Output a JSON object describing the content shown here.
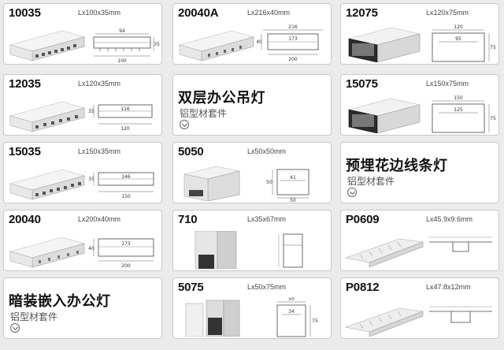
{
  "cards": [
    {
      "model": "10035",
      "dims": "Lx100x35mm",
      "d1": "94",
      "d2": "35",
      "d3": "100"
    },
    {
      "model": "20040A",
      "dims": "Lx216x40mm",
      "d1": "216",
      "d2": "40",
      "d3": "173",
      "d4": "200"
    },
    {
      "model": "12075",
      "dims": "Lx120x75mm",
      "d1": "120",
      "d2": "95",
      "d3": "75"
    },
    {
      "model": "12035",
      "dims": "Lx120x35mm",
      "d1": "35",
      "d2": "116",
      "d3": "120"
    },
    {
      "title": "双层办公吊灯",
      "subtitle": "铝型材套件"
    },
    {
      "model": "15075",
      "dims": "Lx150x75mm",
      "d1": "150",
      "d2": "125",
      "d3": "75"
    },
    {
      "model": "15035",
      "dims": "Lx150x35mm",
      "d1": "35",
      "d2": "146",
      "d3": "150"
    },
    {
      "model": "5050",
      "dims": "Lx50x50mm",
      "d1": "41",
      "d2": "50",
      "d3": "50"
    },
    {
      "title": "预埋花边线条灯",
      "subtitle": "铝型材套件"
    },
    {
      "model": "20040",
      "dims": "Lx200x40mm",
      "d1": "40",
      "d2": "173",
      "d3": "200"
    },
    {
      "model": "710",
      "dims": "Lx35x67mm"
    },
    {
      "model": "P0609",
      "dims": "Lx45.9x9.6mm"
    },
    {
      "title": "暗装嵌入办公灯",
      "subtitle": "铝型材套件"
    },
    {
      "model": "5075",
      "dims": "Lx50x75mm",
      "d1": "50",
      "d2": "34",
      "d3": "75"
    },
    {
      "model": "P0812",
      "dims": "Lx47.8x12mm"
    }
  ]
}
